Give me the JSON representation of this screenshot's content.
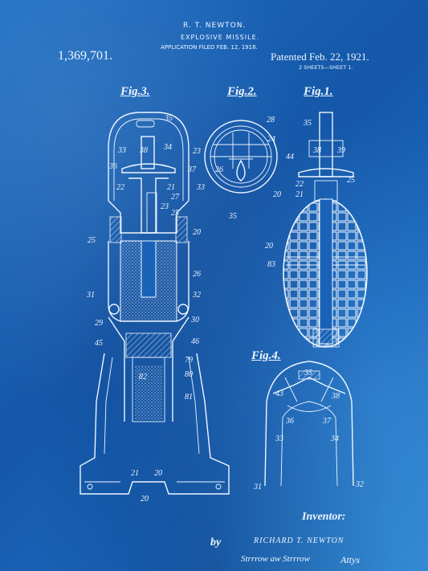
{
  "header": {
    "inventor_name": "R. T. NEWTON.",
    "title": "EXPLOSIVE MISSILE.",
    "application": "APPLICATION FILED FEB. 12, 1918.",
    "patent_number": "1,369,701.",
    "patented": "Patented Feb. 22, 1921.",
    "sheets": "2 SHEETS—SHEET 1."
  },
  "figures": {
    "fig3": "Fig.3.",
    "fig2": "Fig.2.",
    "fig1": "Fig.1.",
    "fig4": "Fig.4."
  },
  "labels": {
    "fig3": [
      "35",
      "33",
      "38",
      "34",
      "36",
      "37",
      "22",
      "21",
      "27",
      "23",
      "25",
      "25",
      "20",
      "26",
      "31",
      "32",
      "29",
      "30",
      "45",
      "46",
      "79",
      "82",
      "80",
      "81",
      "21",
      "20",
      "20"
    ],
    "fig2": [
      "28",
      "23",
      "24",
      "44",
      "26",
      "33",
      "20",
      "35"
    ],
    "fig1": [
      "35",
      "38",
      "39",
      "22",
      "21",
      "25",
      "20",
      "83"
    ],
    "fig4": [
      "35",
      "43",
      "38",
      "36",
      "37",
      "33",
      "34",
      "31",
      "32"
    ]
  },
  "footer": {
    "inventor_label": "Inventor:",
    "inventor_signature": "RICHARD T. NEWTON",
    "by": "by",
    "attorneys_signature": "Strrrow aw Strrrow",
    "attys": "Attys"
  }
}
